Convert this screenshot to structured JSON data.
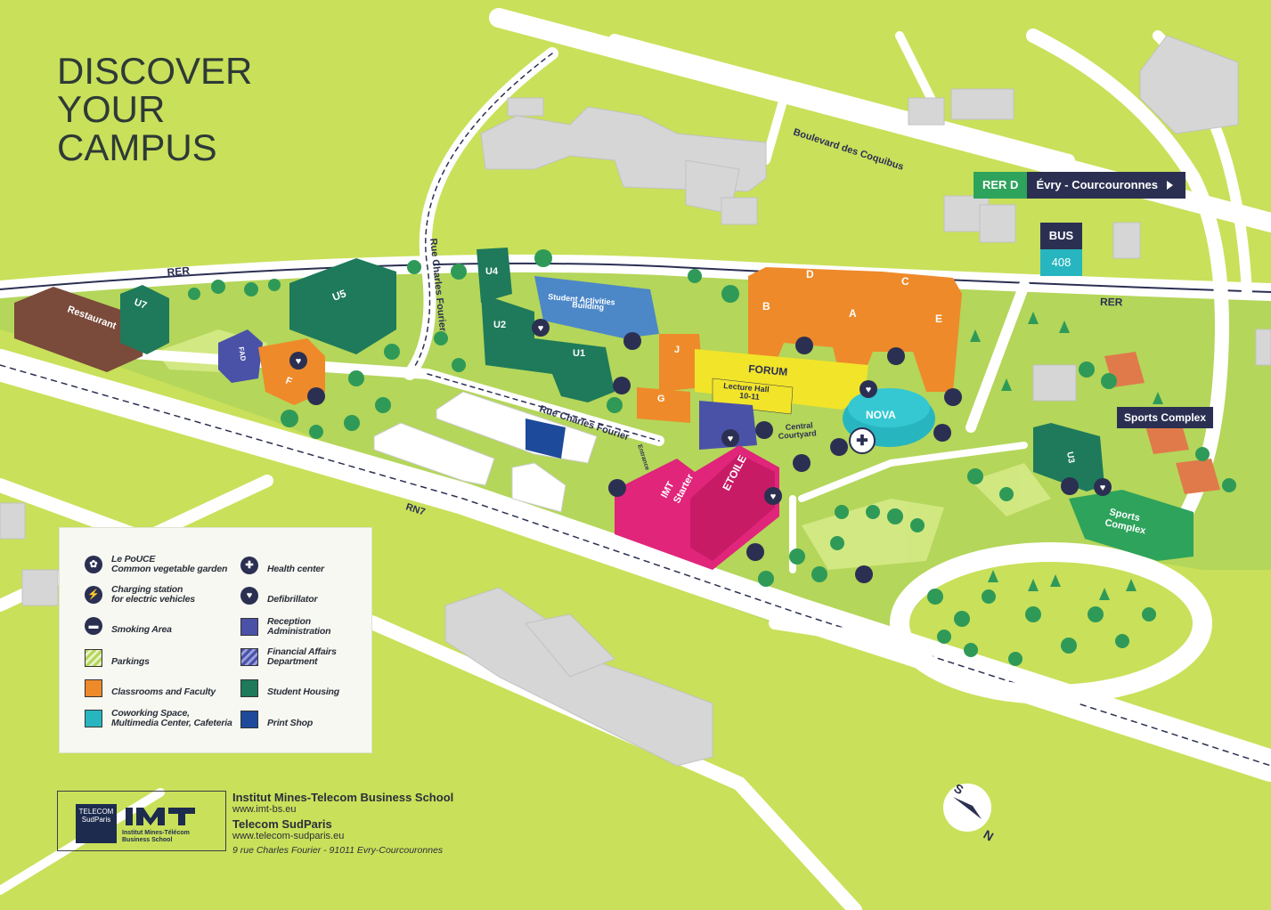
{
  "title": [
    "DISCOVER",
    "YOUR",
    "CAMPUS"
  ],
  "colors": {
    "grass": "#c9e05a",
    "campus": "#b4d65a",
    "road": "#ffffff",
    "classrooms": "#ee8a2a",
    "student_housing": "#1e7a5a",
    "coworking": "#27b6c0",
    "reception": "#4a52a8",
    "print_shop": "#1d4a9a",
    "restaurant": "#7a4a3a",
    "forum": "#f2e428",
    "imt_starter": "#e0257a",
    "sports": "#2ea35c",
    "dark_navy": "#2b3052",
    "buildings_grey": "#d6d6d6"
  },
  "roads": {
    "rer_north": "RER",
    "rer_east": "RER",
    "rn7": "RN7",
    "rue_charles_fourier_vertical": "Rue Charles Fourier",
    "rue_charles_fourier_diagonal": "Rue Charles Fourier",
    "boulevard": "Boulevard des Coquibus"
  },
  "transit": {
    "rer_line": "RER D",
    "rer_station": "Évry - Courcouronnes",
    "bus_label": "BUS",
    "bus_number": "408",
    "sports_tag": "Sports Complex"
  },
  "buildings": {
    "restaurant": "Restaurant",
    "u7": "U7",
    "u5": "U5",
    "fad": "FAD",
    "f": "F",
    "u4": "U4",
    "u2": "U2",
    "u1": "U1",
    "student_activities": [
      "Student Activities",
      "Building"
    ],
    "b": "B",
    "d": "D",
    "a": "A",
    "c": "C",
    "e": "E",
    "j": "J",
    "forum": "FORUM",
    "lecture_hall": [
      "Lecture Hall",
      "10-11"
    ],
    "g": "G",
    "nova": "NOVA",
    "central_courtyard": [
      "Central",
      "Courtyard"
    ],
    "imt_starter": [
      "IMT",
      "Starter"
    ],
    "etoile": "ETOILE",
    "u3": "U3",
    "sports_complex": [
      "Sports",
      "Complex"
    ],
    "entrance": "Entrance"
  },
  "legend": [
    {
      "icon": "common-garden-icon",
      "label": [
        "Le PoUCE",
        "Common vegetable garden"
      ]
    },
    {
      "icon": "health-center-icon",
      "label": [
        "Health center"
      ]
    },
    {
      "icon": "charging-station-icon",
      "label": [
        "Charging station",
        "for electric vehicles"
      ]
    },
    {
      "icon": "defibrillator-icon",
      "label": [
        "Defibrillator"
      ]
    },
    {
      "icon": "smoking-area-icon",
      "label": [
        "Smoking Area"
      ]
    },
    {
      "icon": "reception-swatch",
      "label": [
        "Reception",
        "Administration"
      ]
    },
    {
      "icon": "parkings-swatch",
      "label": [
        "Parkings"
      ]
    },
    {
      "icon": "financial-affairs-swatch",
      "label": [
        "Financial Affairs",
        "Department"
      ]
    },
    {
      "icon": "classrooms-swatch",
      "label": [
        "Classrooms and Faculty"
      ]
    },
    {
      "icon": "student-housing-swatch",
      "label": [
        "Student Housing"
      ]
    },
    {
      "icon": "coworking-swatch",
      "label": [
        "Coworking Space,",
        "Multimedia Center, Cafeteria"
      ]
    },
    {
      "icon": "print-shop-swatch",
      "label": [
        "Print Shop"
      ]
    }
  ],
  "footer": {
    "school1": "Institut Mines-Telecom Business School",
    "url1": "www.imt-bs.eu",
    "school2": "Telecom SudParis",
    "url2": "www.telecom-sudparis.eu",
    "address": "9 rue Charles Fourier - 91011 Evry-Courcouronnes",
    "logo_tsp": [
      "TELECOM",
      "SudParis"
    ],
    "logo_imt_sub": [
      "Institut Mines-Télécom",
      "Business School"
    ]
  },
  "compass": {
    "s": "S",
    "n": "N"
  }
}
